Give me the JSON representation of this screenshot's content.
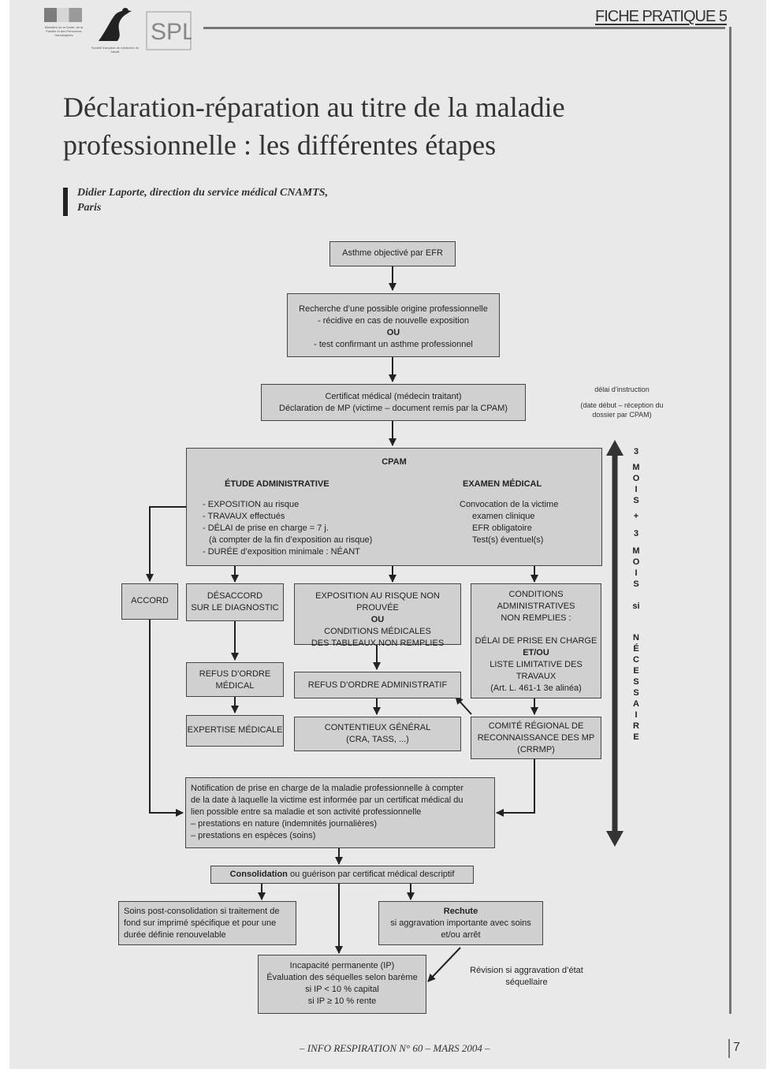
{
  "header": {
    "logo1_caption": "Ministère de la Santé, de la Famille et des Personnes Handicapées",
    "logo2_caption": "Société française de médecine du travail",
    "logo3_text": "SPLF",
    "fiche_label": "FICHE PRATIQUE 5"
  },
  "article": {
    "title_line1": "Déclaration-réparation au titre de la maladie",
    "title_line2": "professionnelle : les différentes étapes",
    "author_line1": "Didier Laporte, direction du service médical CNAMTS,",
    "author_line2": "Paris"
  },
  "flow": {
    "asthme": "Asthme objectivé par EFR",
    "recherche": {
      "line1": "Recherche d’une possible origine professionnelle",
      "line2": "- récidive en cas de nouvelle exposition",
      "ou": "OU",
      "line3": "- test confirmant un asthme professionnel"
    },
    "certificat": {
      "line1": "Certificat médical (médecin traitant)",
      "line2": "Déclaration de MP (victime – document remis par la CPAM)"
    },
    "side_note": {
      "line1": "délai d’instruction",
      "line2": "(date début – réception du dossier par CPAM)"
    },
    "cpam": {
      "title": "CPAM",
      "admin_title": "ÉTUDE ADMINISTRATIVE",
      "admin_items": [
        "- EXPOSITION au risque",
        "- TRAVAUX effectués",
        "- DÉLAI de prise en charge = 7 j.",
        "  (à compter de la fin d’exposition au risque)",
        "- DURÉE d’exposition minimale : NÉANT"
      ],
      "medical_title": "EXAMEN MÉDICAL",
      "medical_items": [
        "Convocation de la victime",
        "examen clinique",
        "EFR obligatoire",
        "Test(s) éventuel(s)"
      ]
    },
    "accord": "ACCORD",
    "desaccord": {
      "line1": "DÉSACCORD",
      "line2": "SUR LE DIAGNOSTIC"
    },
    "exposition": {
      "line1": "EXPOSITION AU RISQUE NON PROUVÉE",
      "ou": "OU",
      "line2": "CONDITIONS MÉDICALES",
      "line3": "DES TABLEAUX NON REMPLIES"
    },
    "conditions": {
      "line1": "CONDITIONS",
      "line2": "ADMINISTRATIVES",
      "line3": "NON REMPLIES :",
      "line4": "DÉLAI DE PRISE EN CHARGE",
      "etou": "ET/OU",
      "line5": "LISTE LIMITATIVE DES",
      "line6": "TRAVAUX",
      "line7": "(Art. L. 461-1 3e alinéa)"
    },
    "refus_medical": {
      "line1": "REFUS D’ORDRE",
      "line2": "MÉDICAL"
    },
    "refus_admin": "REFUS D’ORDRE ADMINISTRATIF",
    "expertise": "EXPERTISE MÉDICALE",
    "contentieux": {
      "line1": "CONTENTIEUX GÉNÉRAL",
      "line2": "(CRA, TASS, ...)"
    },
    "crrmp": {
      "line1": "COMITÉ RÉGIONAL DE",
      "line2": "RECONNAISSANCE DES MP",
      "line3": "(CRRMP)"
    },
    "notification": {
      "line1": "Notification de prise en charge de la maladie professionnelle à compter",
      "line2": "de la date à laquelle la victime est informée par un certificat médical du",
      "line3": "lien possible entre sa maladie et son activité professionnelle",
      "line4": "– prestations en nature (indemnités journalières)",
      "line5": "– prestations en espèces (soins)"
    },
    "consolidation": {
      "bold": "Consolidation",
      "rest": " ou guérison par certificat médical descriptif"
    },
    "soins": {
      "line1": "Soins post-consolidation si traitement de",
      "line2": "fond sur imprimé spécifique et pour une",
      "line3": "durée définie renouvelable"
    },
    "rechute": {
      "title": "Rechute",
      "line1": "si aggravation importante avec soins",
      "line2": "et/ou arrêt"
    },
    "incapacite": {
      "line1": "Incapacité permanente (IP)",
      "line2": "Évaluation des séquelles selon barème",
      "line3": "si IP < 10 % capital",
      "line4": "si IP ≥ 10 % rente"
    },
    "revision": {
      "line1": "Révision si aggravation d’état",
      "line2": "séquellaire"
    },
    "duration_letters": [
      "3",
      "M",
      "O",
      "I",
      "S",
      "+",
      "3",
      "M",
      "O",
      "I",
      "S",
      "",
      "si",
      "",
      "N",
      "É",
      "C",
      "E",
      "S",
      "S",
      "A",
      "I",
      "R",
      "E"
    ]
  },
  "footer": {
    "text": "– INFO RESPIRATION N° 60 – MARS 2004 –",
    "page_number": "7"
  }
}
